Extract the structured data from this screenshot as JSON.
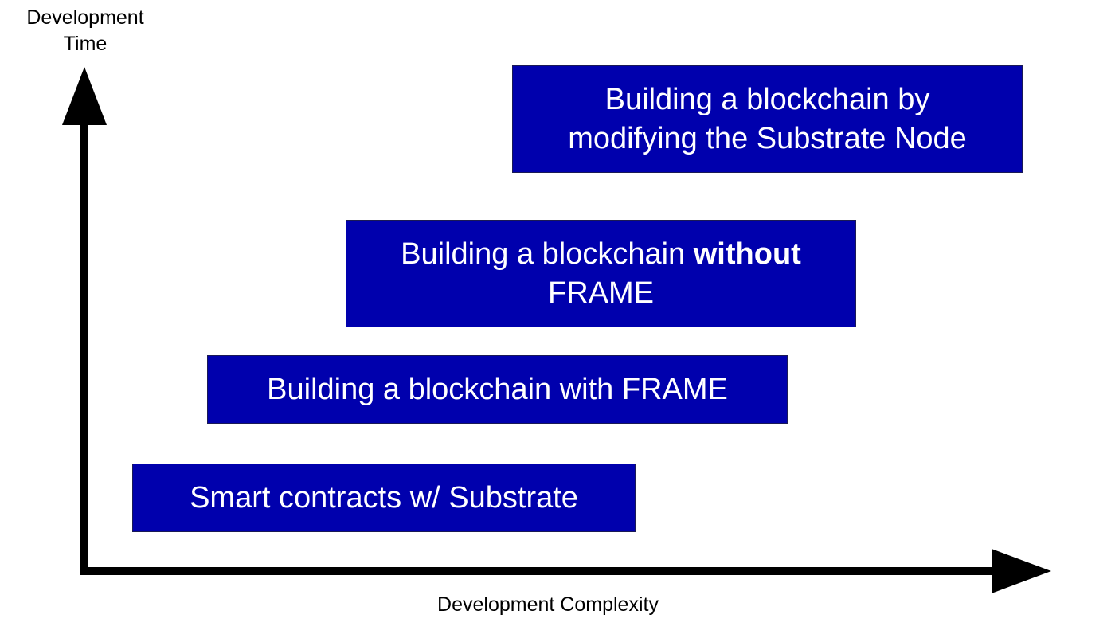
{
  "axes": {
    "y_label_line1": "Development",
    "y_label_line2": "Time",
    "x_label": "Development Complexity"
  },
  "boxes": {
    "node": {
      "line1": "Building a blockchain by",
      "line2": "modifying the Substrate Node"
    },
    "without_frame": {
      "line1_prefix": "Building a blockchain ",
      "line1_bold": "without",
      "line2": "FRAME"
    },
    "with_frame": {
      "text": "Building a blockchain with FRAME"
    },
    "smart_contracts": {
      "text": "Smart contracts w/ Substrate"
    }
  },
  "colors": {
    "box_fill": "#0000AD",
    "box_text": "#ffffff",
    "axis": "#000000"
  }
}
